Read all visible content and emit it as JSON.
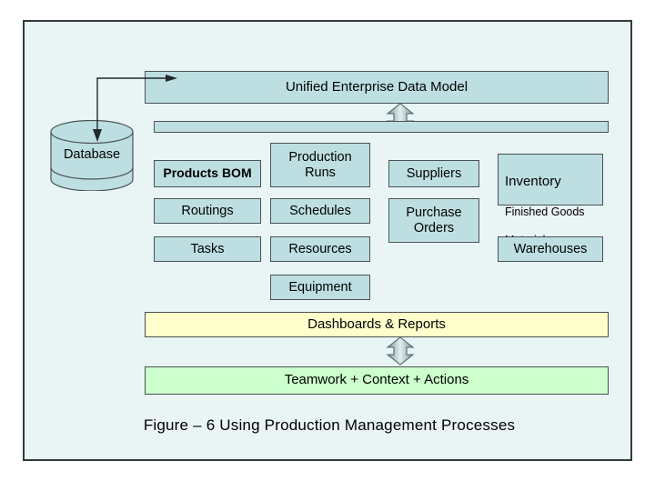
{
  "figure": {
    "caption": "Figure – 6  Using Production Management Processes",
    "background_color": "#e9f4f5",
    "frame_border_color": "#333a3c"
  },
  "colors": {
    "entity_fill": "#bddfe1",
    "entity_border": "#4c5254",
    "dashboards_fill": "#ffffcc",
    "teamwork_fill": "#ccffcc",
    "arrow_fill": "#9fb4b8",
    "page_background": "#ffffff"
  },
  "layers": {
    "header": {
      "label": "Unified Enterprise Data Model"
    },
    "bus_bar": {
      "label": ""
    },
    "dashboards": {
      "label": "Dashboards & Reports"
    },
    "teamwork": {
      "label": "Teamwork + Context + Actions"
    }
  },
  "datastore": {
    "label": "Database",
    "icon": "database-cylinder-icon"
  },
  "connectors": [
    {
      "name": "database-to-data-model",
      "type": "elbow-double-arrow",
      "from": "Database",
      "to": "Unified Enterprise Data Model"
    },
    {
      "name": "data-model-to-bus",
      "type": "vertical-double-block-arrow",
      "from": "Unified Enterprise Data Model",
      "to": "bus-bar"
    },
    {
      "name": "dashboards-to-teamwork",
      "type": "vertical-double-block-arrow",
      "from": "Dashboards & Reports",
      "to": "Teamwork + Context + Actions"
    }
  ],
  "entities": {
    "column1": [
      {
        "id": "products-bom",
        "label": "Products BOM",
        "bold": true
      },
      {
        "id": "routings",
        "label": "Routings",
        "bold": false
      },
      {
        "id": "tasks",
        "label": "Tasks",
        "bold": false
      }
    ],
    "column2": [
      {
        "id": "production-runs",
        "label": "Production\nRuns",
        "bold": false
      },
      {
        "id": "schedules",
        "label": "Schedules",
        "bold": false
      },
      {
        "id": "resources",
        "label": "Resources",
        "bold": false
      },
      {
        "id": "equipment",
        "label": "Equipment",
        "bold": false
      }
    ],
    "column3": [
      {
        "id": "suppliers",
        "label": "Suppliers",
        "bold": false
      },
      {
        "id": "purchase-orders",
        "label": "Purchase\nOrders",
        "bold": false
      }
    ],
    "column4": [
      {
        "id": "inventory",
        "label": "Inventory",
        "sublabels": [
          "Finished Goods",
          "Materials"
        ],
        "bold": false
      },
      {
        "id": "warehouses",
        "label": "Warehouses",
        "bold": false
      }
    ]
  }
}
